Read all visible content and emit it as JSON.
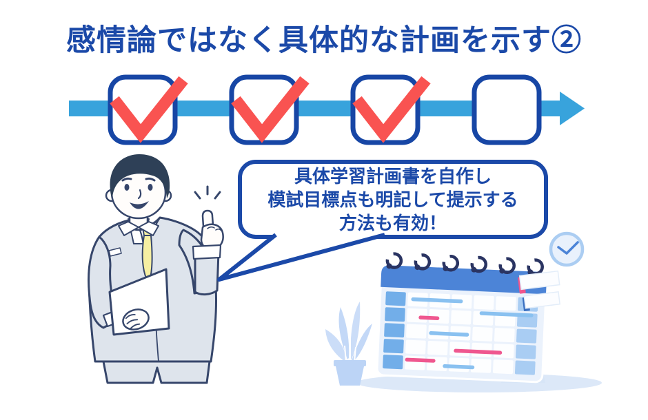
{
  "title": "感情論ではなく具体的な計画を示す②",
  "checklist": {
    "total_steps": 4,
    "completed_steps": 3,
    "steps": [
      {
        "name": "step-1",
        "checked": true
      },
      {
        "name": "step-2",
        "checked": true
      },
      {
        "name": "step-3",
        "checked": true
      },
      {
        "name": "step-4",
        "checked": false
      }
    ]
  },
  "speech_bubble": {
    "lines": [
      "具体学習計画書を自作し",
      "模試目標点も明記して提示する",
      "方法も有効！"
    ]
  },
  "illustrations": {
    "businessman": "businessman-in-suit-pointing-up",
    "calendar": "desk-calendar-with-schedule-bars",
    "clock": "clock-icon",
    "plant": "potted-plant",
    "sticky_notes": "tabbed-notes"
  },
  "colors": {
    "title_text": "#1B49A8",
    "checkbox_border": "#1746A5",
    "check_mark": "#F95351",
    "arrow": "#38A3DC",
    "bubble_border": "#1B49A8",
    "bubble_text": "#1B49A8",
    "outline_navy": "#36466B",
    "suit": "#DEE4EC",
    "tie_yellow": "#F6EFA2",
    "calendar_header": "#4C84D7",
    "calendar_ring": "#2A3462",
    "cell_left_col": "#72AEE9",
    "cell_right_col": "#A9CDF3",
    "event_blue": "#8AC1F0",
    "event_pink": "#EF578F",
    "soft_blue": "#CBDDF8",
    "shadow": "#DCE8F8",
    "background": "#FFFFFF"
  }
}
